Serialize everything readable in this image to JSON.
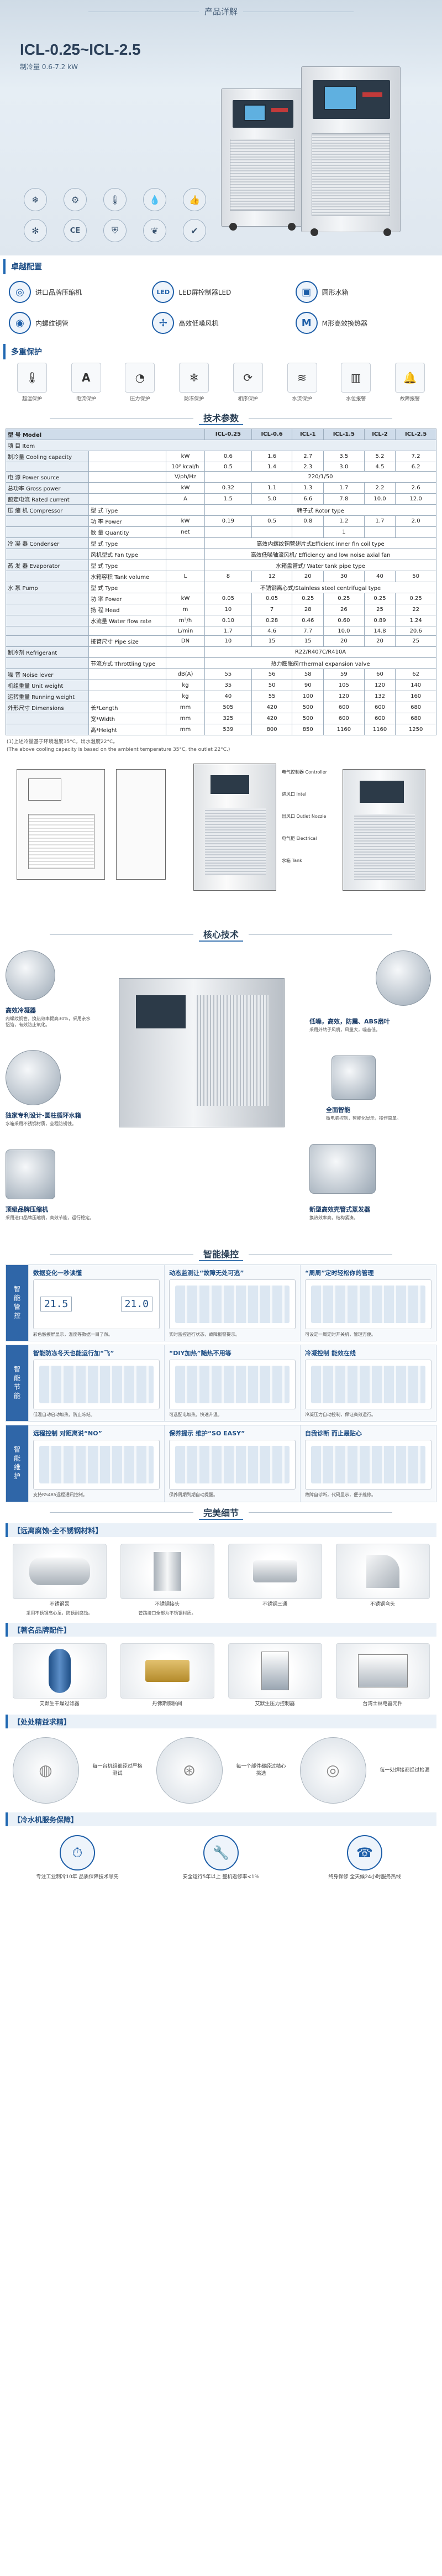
{
  "hero": {
    "section_title": "产品详解",
    "model": "ICL-0.25~ICL-2.5",
    "model_sub": "制冷量 0.6-7.2 kW",
    "certs": [
      {
        "icon": "snowflake-icon",
        "label": ""
      },
      {
        "icon": "gear-icon",
        "label": ""
      },
      {
        "icon": "thermometer-icon",
        "label": ""
      },
      {
        "icon": "drop-icon",
        "label": ""
      },
      {
        "icon": "thumb-icon",
        "label": ""
      },
      {
        "icon": "fan-icon",
        "label": ""
      },
      {
        "icon": "ce-icon",
        "label": ""
      },
      {
        "icon": "shield-icon",
        "label": ""
      },
      {
        "icon": "leaf-icon",
        "label": ""
      },
      {
        "icon": "check-icon",
        "label": ""
      }
    ]
  },
  "features": {
    "title": "卓越配置",
    "items": [
      {
        "icon": "compressor-icon",
        "title": "进口品牌压缩机",
        "sub": ""
      },
      {
        "icon": "led-icon",
        "title": "LED屏控制器LED",
        "sub": ""
      },
      {
        "icon": "box-icon",
        "title": "圆形水箱",
        "sub": ""
      },
      {
        "icon": "coil-icon",
        "title": "内螺纹铜管",
        "sub": ""
      },
      {
        "icon": "fan-icon",
        "title": "高效低噪风机",
        "sub": ""
      },
      {
        "icon": "m-icon",
        "title": "M形高效换热器",
        "sub": ""
      }
    ]
  },
  "protection": {
    "title": "多重保护",
    "items": [
      {
        "icon": "thermometer-icon",
        "label": "超温保护"
      },
      {
        "icon": "ammeter-icon",
        "label": "电流保护"
      },
      {
        "icon": "pressure-gauge-icon",
        "label": "压力保护"
      },
      {
        "icon": "snowflake-icon",
        "label": "防冻保护"
      },
      {
        "icon": "cycle-icon",
        "label": "相序保护"
      },
      {
        "icon": "water-icon",
        "label": "水流保护"
      },
      {
        "icon": "level-icon",
        "label": "水位报警"
      },
      {
        "icon": "bell-icon",
        "label": "故障报警"
      }
    ]
  },
  "spec": {
    "title": "技术参数",
    "header": {
      "label_cn": "型 号 Model",
      "models": [
        "ICL-0.25",
        "ICL-0.6",
        "ICL-1",
        "ICL-1.5",
        "ICL-2",
        "ICL-2.5"
      ]
    },
    "item_label": "项 目 Item",
    "rows": [
      {
        "grp": "制冷量 Cooling capacity",
        "sub": "",
        "unit": "kW",
        "vals": [
          "0.6",
          "1.6",
          "2.7",
          "3.5",
          "5.2",
          "7.2"
        ]
      },
      {
        "grp": "",
        "sub": "",
        "unit": "10³ kcal/h",
        "vals": [
          "0.5",
          "1.4",
          "2.3",
          "3.0",
          "4.5",
          "6.2"
        ]
      },
      {
        "grp": "电 源 Power source",
        "sub": "",
        "unit": "V/ph/Hz",
        "span": "220/1/50"
      },
      {
        "grp": "总功率 Gross power",
        "sub": "",
        "unit": "kW",
        "vals": [
          "0.32",
          "1.1",
          "1.3",
          "1.7",
          "2.2",
          "2.6"
        ]
      },
      {
        "grp": "额定电流 Rated current",
        "sub": "",
        "unit": "A",
        "vals": [
          "1.5",
          "5.0",
          "6.6",
          "7.8",
          "10.0",
          "12.0"
        ]
      },
      {
        "grp": "压 缩 机 Compressor",
        "sub": "型 式 Type",
        "unit": "",
        "span": "转子式 Rotor type"
      },
      {
        "grp": "",
        "sub": "功 率 Power",
        "unit": "kW",
        "vals": [
          "0.19",
          "0.5",
          "0.8",
          "1.2",
          "1.7",
          "2.0"
        ]
      },
      {
        "grp": "",
        "sub": "数 量 Quantity",
        "unit": "net",
        "vals": [
          "",
          "",
          "",
          "1",
          "",
          ""
        ]
      },
      {
        "grp": "冷 凝 器 Condenser",
        "sub": "型 式 Type",
        "unit": "",
        "span": "高效内螺纹铜管翅片式Efficient inner fin coil type"
      },
      {
        "grp": "",
        "sub": "风机型式 Fan type",
        "unit": "",
        "span": "高效低噪轴流风机/ Efficiency and low noise axial fan"
      },
      {
        "grp": "蒸 发 器 Evaporator",
        "sub": "型 式 Type",
        "unit": "",
        "span": "水箱盘管式/ Water tank pipe type"
      },
      {
        "grp": "",
        "sub": "水箱容积 Tank volume",
        "unit": "L",
        "vals": [
          "8",
          "12",
          "20",
          "30",
          "40",
          "50"
        ]
      },
      {
        "grp": "水 泵 Pump",
        "sub": "型 式 Type",
        "unit": "",
        "span": "不锈钢离心式/Stainless steel centrifugal type"
      },
      {
        "grp": "",
        "sub": "功 率 Power",
        "unit": "kW",
        "vals": [
          "0.05",
          "0.05",
          "0.25",
          "0.25",
          "0.25",
          "0.25"
        ]
      },
      {
        "grp": "",
        "sub": "扬 程 Head",
        "unit": "m",
        "vals": [
          "10",
          "7",
          "28",
          "26",
          "25",
          "22"
        ]
      },
      {
        "grp": "",
        "sub": "水流量 Water flow rate",
        "unit": "m³/h",
        "vals": [
          "0.10",
          "0.28",
          "0.46",
          "0.60",
          "0.89",
          "1.24"
        ]
      },
      {
        "grp": "",
        "sub": "",
        "unit": "L/min",
        "vals": [
          "1.7",
          "4.6",
          "7.7",
          "10.0",
          "14.8",
          "20.6"
        ]
      },
      {
        "grp": "",
        "sub": "接管尺寸 Pipe size",
        "unit": "DN",
        "vals": [
          "10",
          "15",
          "15",
          "20",
          "20",
          "25"
        ]
      },
      {
        "grp": "制冷剂 Refrigerant",
        "sub": "",
        "unit": "",
        "span": "R22/R407C/R410A"
      },
      {
        "grp": "",
        "sub": "节流方式 Throttling type",
        "unit": "",
        "span": "热力膨胀阀/Thermal expansion valve"
      },
      {
        "grp": "噪 音 Noise lever",
        "sub": "",
        "unit": "dB(A)",
        "vals": [
          "55",
          "56",
          "58",
          "59",
          "60",
          "62"
        ]
      },
      {
        "grp": "机组重量 Unit weight",
        "sub": "",
        "unit": "kg",
        "vals": [
          "35",
          "50",
          "90",
          "105",
          "120",
          "140"
        ]
      },
      {
        "grp": "运转重量 Running weight",
        "sub": "",
        "unit": "kg",
        "vals": [
          "40",
          "55",
          "100",
          "120",
          "132",
          "160"
        ]
      },
      {
        "grp": "外形尺寸 Dimensions",
        "sub": "长*Length",
        "unit": "mm",
        "vals": [
          "505",
          "420",
          "500",
          "600",
          "600",
          "680"
        ]
      },
      {
        "grp": "",
        "sub": "宽*Width",
        "unit": "mm",
        "vals": [
          "325",
          "420",
          "500",
          "600",
          "600",
          "680"
        ]
      },
      {
        "grp": "",
        "sub": "高*Height",
        "unit": "mm",
        "vals": [
          "539",
          "800",
          "850",
          "1160",
          "1160",
          "1250"
        ]
      }
    ],
    "note1": "(1)上述冷量基于环境温度35°C，出水温度22°C。",
    "note2": "(The above cooling capacity is based on the ambient temperature 35°C, the outlet 22°C.)"
  },
  "drawings": {
    "labels": [
      "电气控制器 Controller",
      "进风口 Intel",
      "出风口 Outlet Nozzle",
      "电气柜 Electrical",
      "水箱 Tank"
    ]
  },
  "core": {
    "title": "核心技术",
    "left": [
      {
        "title": "高效冷凝器",
        "desc": "内螺纹铜管，换热效率提高30%，采用亲水铝箔，有效防止氧化。"
      },
      {
        "title": "独家专利设计-圆柱循环水箱",
        "desc": "水箱采用不锈钢材质，全程防锈蚀。"
      },
      {
        "title": "顶级品牌压缩机",
        "desc": "采用进口品牌压缩机，高效节能，运行稳定。"
      }
    ],
    "right": [
      {
        "title": "低噪，高效，防震、ABS扇叶",
        "desc": "采用外转子风机，风量大，噪音低。"
      },
      {
        "title": "全面智能",
        "desc": "微电脑控制，智能化显示，操作简单。"
      },
      {
        "title": "新型高效壳管式蒸发器",
        "desc": "换热效率高，结构紧凑。"
      }
    ]
  },
  "smart": {
    "title": "智能操控",
    "rows": [
      {
        "side": "智能管控",
        "cells": [
          {
            "h": "数据变化一秒读懂",
            "d": "彩色触摸屏显示，温度等数据一目了然。",
            "a": "21.5",
            "b": "21.0"
          },
          {
            "h": "动态监测让“故障无处可逃”",
            "d": "实时监控运行状态，故障报警提示。",
            "a": "",
            "b": ""
          },
          {
            "h": "“周周”定时轻松你的管理",
            "d": "可设定一周定时开关机，管理方便。",
            "a": "",
            "b": ""
          }
        ]
      },
      {
        "side": "智能节能",
        "cells": [
          {
            "h": "智能防冻冬天也能运行加“飞”",
            "d": "低温自动启动加热，防止冻结。",
            "a": "",
            "b": ""
          },
          {
            "h": "“DIY加热”随热不用等",
            "d": "可选配电加热，快速升温。",
            "a": "",
            "b": ""
          },
          {
            "h": "冷凝控制 能效在线",
            "d": "冷凝压力自动控制，保证高效运行。",
            "a": "",
            "b": ""
          }
        ]
      },
      {
        "side": "智能维护",
        "cells": [
          {
            "h": "远程控制 对距离说“NO”",
            "d": "支持RS485远程通讯控制。",
            "a": "",
            "b": ""
          },
          {
            "h": "保养提示 维护“SO EASY”",
            "d": "保养周期到期自动提醒。",
            "a": "",
            "b": ""
          },
          {
            "h": "自我诊断 而止最贴心",
            "d": "故障自诊断，代码显示，便于维修。",
            "a": "",
            "b": ""
          }
        ]
      }
    ]
  },
  "details": {
    "title": "完美细节",
    "parts_head": "【远离腐蚀-全不锈钢材料】",
    "parts": [
      {
        "label": "不锈钢泵",
        "extra": "采用不锈钢离心泵，防锈耐腐蚀。"
      },
      {
        "label": "不锈钢接头",
        "extra": "管路接口全部为不锈钢材质。"
      },
      {
        "label": "不锈钢三通",
        "extra": ""
      },
      {
        "label": "不锈钢弯头",
        "extra": ""
      }
    ],
    "brand_head": "【著名品牌配件】",
    "brands": [
      {
        "label": "艾默生干燥过滤器"
      },
      {
        "label": "丹佛斯膨胀阀"
      },
      {
        "label": "艾默生压力控制器"
      },
      {
        "label": "台湾士林电器元件"
      }
    ],
    "proc_head": "【处处精益求精】",
    "procs": [
      {
        "label": "每一台机组都经过严格测试"
      },
      {
        "label": "每一个部件都经过精心挑选"
      },
      {
        "label": "每一处焊接都经过检漏"
      }
    ],
    "serv_head": "【冷水机服务保障】",
    "servs": [
      {
        "icon": "clock-icon",
        "label": "专注工业制冷10年 品质保障技术领先"
      },
      {
        "icon": "wrench-icon",
        "label": "安全运行5年以上 整机返修率<1%"
      },
      {
        "icon": "phone-icon",
        "label": "终身保修 全天候24小时服务热线"
      }
    ]
  }
}
